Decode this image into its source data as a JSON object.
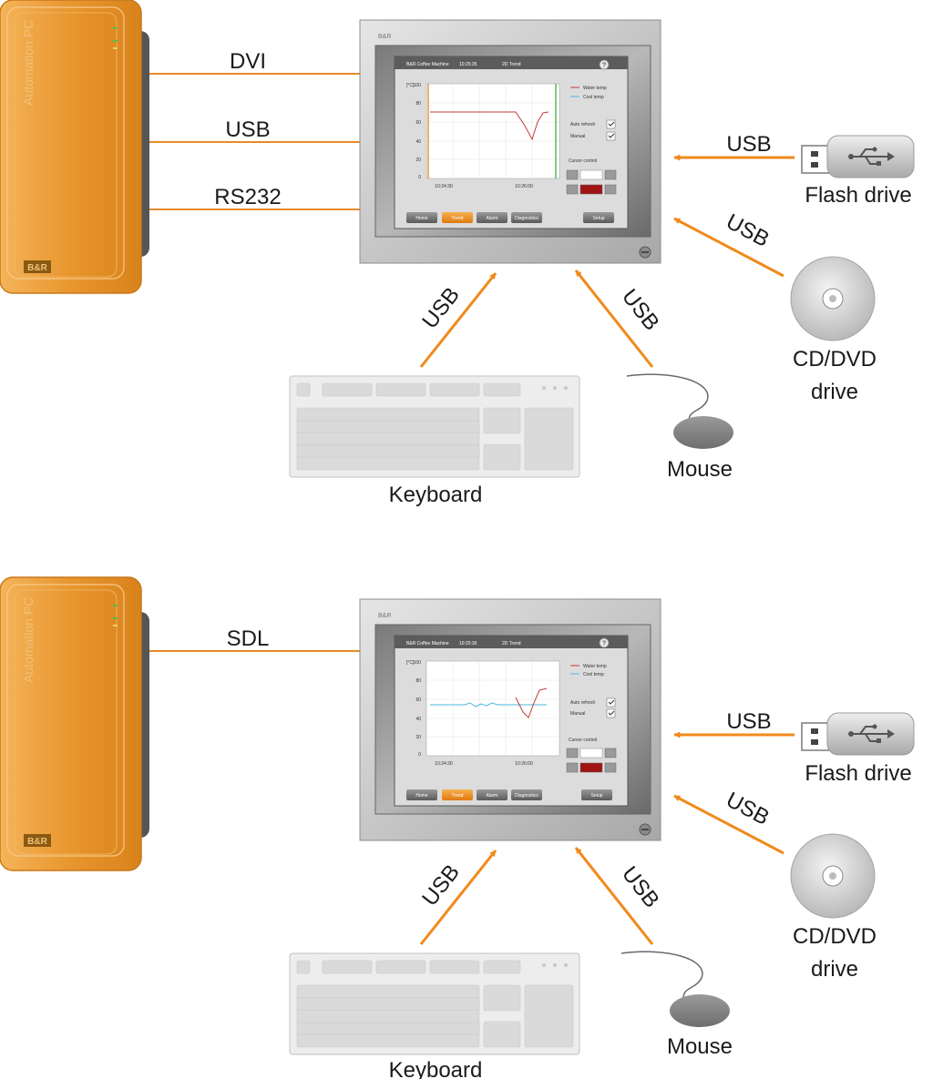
{
  "colors": {
    "connection_line": "#e8892a",
    "arrow": "#f08a1c",
    "pc_body": "#e8962e",
    "pc_side": "#555555",
    "panel_frame": "#c8c8c8",
    "device_gray": "#c8c8c8"
  },
  "icons": [
    "usb-symbol-icon",
    "cd-disc-icon",
    "mouse-icon",
    "keyboard-icon",
    "help-icon",
    "bnr-logo-icon"
  ],
  "diagrams": [
    {
      "pc": {
        "brand_text": "Automation PC",
        "logo_text": "B&R"
      },
      "panel": {
        "bezel_logo": "B&R",
        "screen": {
          "header": [
            "B&R Coffee Machine",
            "10:25:35",
            "2D Trend"
          ],
          "y_unit": "[°C]",
          "y_ticks": [
            "100",
            "80",
            "60",
            "40",
            "20",
            "0"
          ],
          "x_ticks": [
            "10:24:30",
            "10:26:00"
          ],
          "legend": [
            "Water temp",
            "Cool temp"
          ],
          "checks": [
            "Auto refresh",
            "Manual"
          ],
          "cursor_label": "Cursor control",
          "buttons": [
            "Home",
            "Trend",
            "Alarm",
            "Diagnostics",
            "Setup"
          ]
        }
      },
      "pc_links": [
        "DVI",
        "USB",
        "RS232"
      ],
      "peripheral_links": {
        "flash": "USB",
        "cd": "USB",
        "keyboard": "USB",
        "mouse": "USB"
      },
      "labels": {
        "flash": "Flash drive",
        "cd_line1": "CD/DVD",
        "cd_line2": "drive",
        "keyboard": "Keyboard",
        "mouse": "Mouse"
      }
    },
    {
      "pc": {
        "brand_text": "Automation PC",
        "logo_text": "B&R"
      },
      "panel": {
        "bezel_logo": "B&R",
        "screen": {
          "header": [
            "B&R Coffee Machine",
            "10:25:35",
            "2D Trend"
          ],
          "y_unit": "[°C]",
          "y_ticks": [
            "100",
            "80",
            "60",
            "40",
            "20",
            "0"
          ],
          "x_ticks": [
            "10:24:30",
            "10:26:00"
          ],
          "legend": [
            "Water temp",
            "Cool temp"
          ],
          "checks": [
            "Auto refresh",
            "Manual"
          ],
          "cursor_label": "Cursor control",
          "buttons": [
            "Home",
            "Trend",
            "Alarm",
            "Diagnostics",
            "Setup"
          ]
        }
      },
      "pc_links": [
        "SDL"
      ],
      "peripheral_links": {
        "flash": "USB",
        "cd": "USB",
        "keyboard": "USB",
        "mouse": "USB"
      },
      "labels": {
        "flash": "Flash drive",
        "cd_line1": "CD/DVD",
        "cd_line2": "drive",
        "keyboard": "Keyboard",
        "mouse": "Mouse"
      }
    }
  ]
}
